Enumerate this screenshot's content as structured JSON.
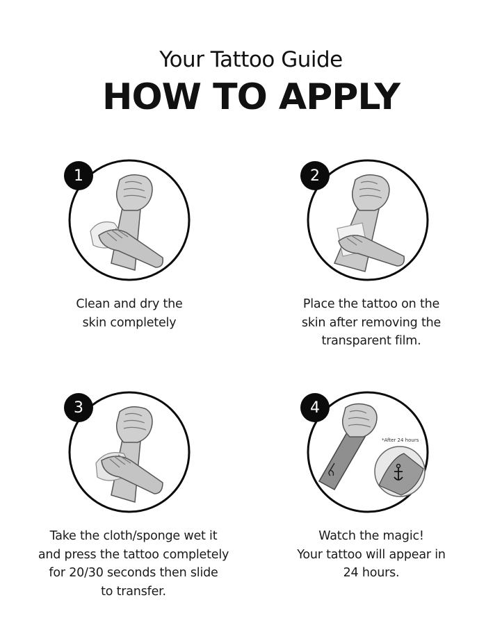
{
  "header": {
    "subtitle": "Your Tattoo Guide",
    "title": "HOW TO APPLY"
  },
  "steps": [
    {
      "number": "1",
      "icon": "hand-cleaning-arm-illustration",
      "lines": [
        "Clean and dry the",
        "skin completely"
      ]
    },
    {
      "number": "2",
      "icon": "placing-tattoo-illustration",
      "lines": [
        "Place the tattoo on the",
        "skin after removing the",
        "transparent film."
      ]
    },
    {
      "number": "3",
      "icon": "pressing-wet-sponge-illustration",
      "lines": [
        "Take the cloth/sponge wet it",
        "and press the tattoo completely",
        "for 20/30 seconds then slide",
        "to transfer."
      ]
    },
    {
      "number": "4",
      "icon": "revealed-tattoo-illustration",
      "lines": [
        "Watch the magic!",
        "Your tattoo will appear in",
        "24 hours."
      ],
      "inset_label": "*After 24 hours"
    }
  ]
}
